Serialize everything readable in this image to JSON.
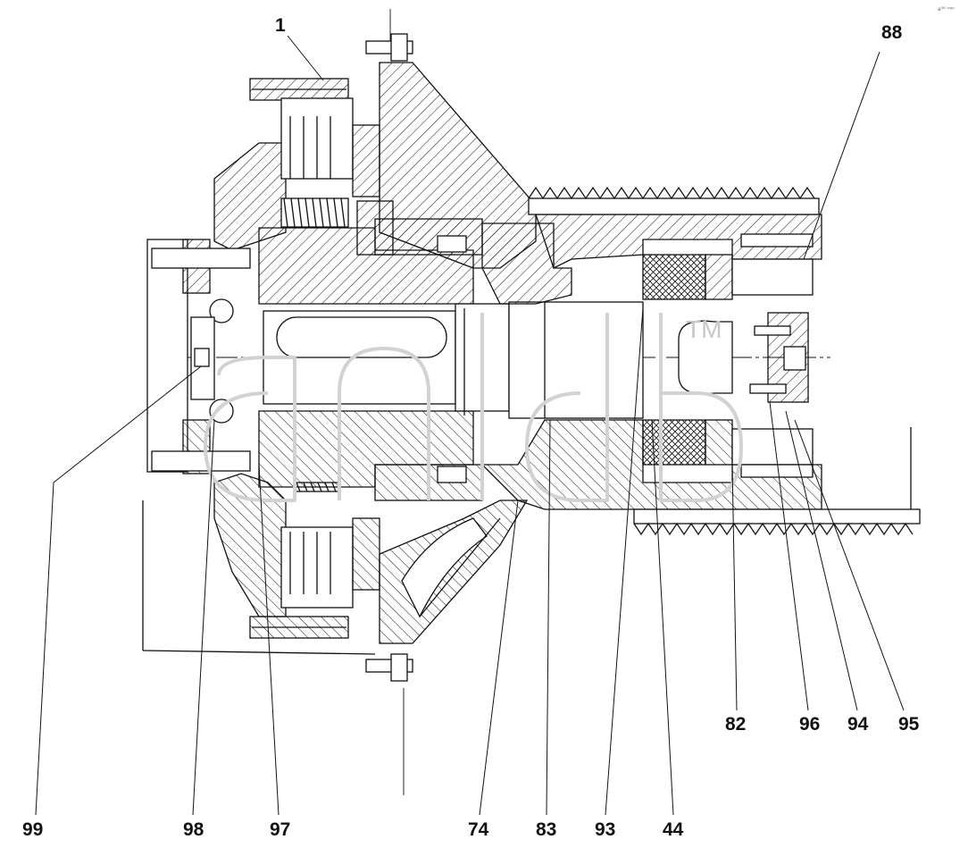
{
  "corner_mark": "a⁵⁸ ˡᵒᵍᵒ",
  "watermark": {
    "trademark": "TM",
    "color": "#d2d2d2"
  },
  "colors": {
    "line": "#111111",
    "background": "#ffffff"
  },
  "callouts": [
    {
      "id": "1",
      "label": "1"
    },
    {
      "id": "88",
      "label": "88"
    },
    {
      "id": "82",
      "label": "82"
    },
    {
      "id": "96",
      "label": "96"
    },
    {
      "id": "94",
      "label": "94"
    },
    {
      "id": "95",
      "label": "95"
    },
    {
      "id": "99",
      "label": "99"
    },
    {
      "id": "98",
      "label": "98"
    },
    {
      "id": "97",
      "label": "97"
    },
    {
      "id": "74",
      "label": "74"
    },
    {
      "id": "83",
      "label": "83"
    },
    {
      "id": "93",
      "label": "93"
    },
    {
      "id": "44",
      "label": "44"
    }
  ]
}
